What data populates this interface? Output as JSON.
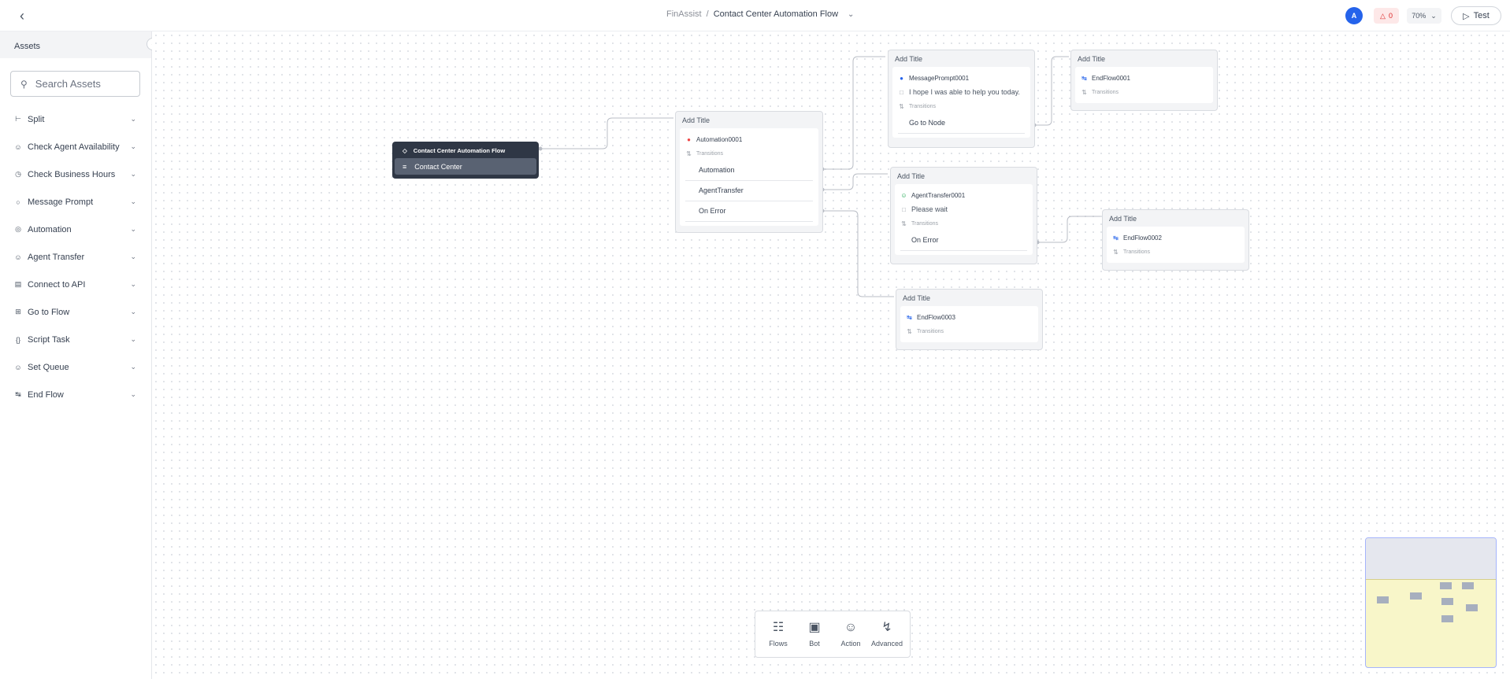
{
  "header": {
    "app_name": "FinAssist",
    "separator": "/",
    "page_title": "Contact Center Automation Flow",
    "avatar_initial": "A",
    "warning_count": "0",
    "zoom": "70%",
    "test_label": "Test"
  },
  "sidebar": {
    "title": "Assets",
    "search_placeholder": "Search Assets",
    "items": [
      {
        "label": "Split",
        "icon": "split-icon"
      },
      {
        "label": "Check Agent Availability",
        "icon": "user-check-icon"
      },
      {
        "label": "Check Business Hours",
        "icon": "clock-icon"
      },
      {
        "label": "Message Prompt",
        "icon": "chat-bubble-icon"
      },
      {
        "label": "Automation",
        "icon": "automation-icon"
      },
      {
        "label": "Agent Transfer",
        "icon": "agent-transfer-icon"
      },
      {
        "label": "Connect to API",
        "icon": "api-icon"
      },
      {
        "label": "Go to Flow",
        "icon": "go-to-flow-icon"
      },
      {
        "label": "Script Task",
        "icon": "script-braces-icon"
      },
      {
        "label": "Set Queue",
        "icon": "queue-icon"
      },
      {
        "label": "End Flow",
        "icon": "end-flow-icon"
      }
    ]
  },
  "canvas": {
    "start_node": {
      "title": "Contact Center Automation Flow",
      "subtitle": "Contact Center"
    },
    "automation": {
      "title": "Add Title",
      "name": "Automation0001",
      "transitions_label": "Transitions",
      "transitions": [
        "Automation",
        "AgentTransfer",
        "On Error"
      ]
    },
    "message_prompt": {
      "title": "Add Title",
      "name": "MessagePrompt0001",
      "message": "I hope I was able to help you today.",
      "transitions_label": "Transitions",
      "transitions": [
        "Go to Node"
      ]
    },
    "end_flow_1": {
      "title": "Add Title",
      "name": "EndFlow0001",
      "transitions_label": "Transitions"
    },
    "agent_transfer": {
      "title": "Add Title",
      "name": "AgentTransfer0001",
      "message": "Please wait",
      "transitions_label": "Transitions",
      "transitions": [
        "On Error"
      ]
    },
    "end_flow_2": {
      "title": "Add Title",
      "name": "EndFlow0002",
      "transitions_label": "Transitions"
    },
    "end_flow_3": {
      "title": "Add Title",
      "name": "EndFlow0003",
      "transitions_label": "Transitions"
    }
  },
  "toolbar": {
    "items": [
      {
        "label": "Flows",
        "icon": "flows-icon"
      },
      {
        "label": "Bot",
        "icon": "bot-icon"
      },
      {
        "label": "Action",
        "icon": "action-users-icon"
      },
      {
        "label": "Advanced",
        "icon": "lightning-icon"
      }
    ]
  },
  "colors": {
    "accent": "#2563eb",
    "start_node_bg": "#2f3745",
    "automation_dot": "#ef4444",
    "agent_icon": "#16a34a",
    "warning": "#dc2626",
    "minimap_bg": "#f8f6c9"
  }
}
